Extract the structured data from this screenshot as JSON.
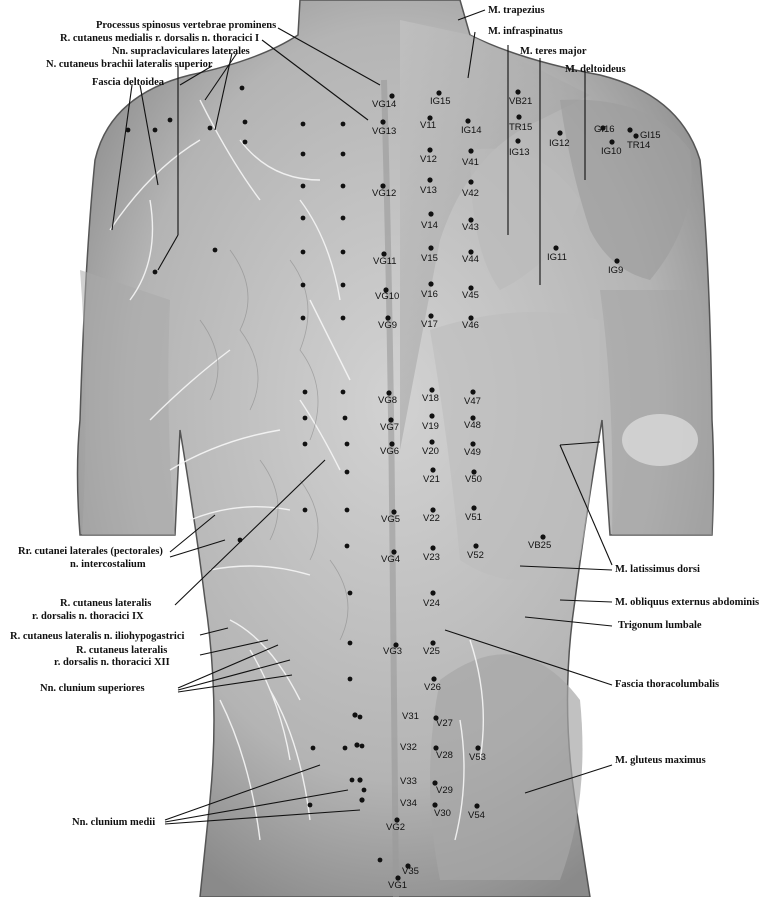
{
  "labels": {
    "processus_spinosus": "Processus spinosus vertebrae prominens",
    "r_cutaneus_medialis": "R. cutaneus medialis r. dorsalis n. thoracici I",
    "nn_supraclaviculares": "Nn. supraclaviculares laterales",
    "n_cutaneus_brachii": "N. cutaneus brachii lateralis superior",
    "fascia_deltoidea": "Fascia deltoidea",
    "rr_cutanei_1": "Rr. cutanei laterales (pectorales)",
    "rr_cutanei_2": "n. intercostalium",
    "r_cut_ix_1": "R. cutaneus lateralis",
    "r_cut_ix_2": "r. dorsalis n. thoracici IX",
    "r_cut_ilio": "R. cutaneus lateralis n. iliohypogastrici",
    "r_cut_xii_1": "R. cutaneus lateralis",
    "r_cut_xii_2": "r. dorsalis n. thoracici XII",
    "nn_clunium_sup": "Nn. clunium superiores",
    "nn_clunium_medii": "Nn. clunium medii",
    "m_trapezius": "M. trapezius",
    "m_infraspinatus": "M. infraspinatus",
    "m_teres_major": "M. teres major",
    "m_deltoideus": "M. deltoideus",
    "m_latissimus": "M. latissimus dorsi",
    "m_obliquus": "M. obliquus externus abdominis",
    "trigonum": "Trigonum lumbale",
    "fascia_thoraco": "Fascia thoracolumbalis",
    "m_gluteus": "M. gluteus maximus"
  },
  "points": {
    "vg14": "VG14",
    "vg13": "VG13",
    "vg12": "VG12",
    "vg11": "VG11",
    "vg10": "VG10",
    "vg9": "VG9",
    "vg8": "VG8",
    "vg7": "VG7",
    "vg6": "VG6",
    "vg5": "VG5",
    "vg4": "VG4",
    "vg3": "VG3",
    "vg2": "VG2",
    "vg1": "VG1",
    "ig15": "IG15",
    "ig14": "IG14",
    "ig13": "IG13",
    "ig12": "IG12",
    "ig11": "IG11",
    "ig10": "IG10",
    "ig9": "IG9",
    "gi16": "GI16",
    "gi15": "GI15",
    "tr15": "TR15",
    "tr14": "TR14",
    "vb21": "VB21",
    "vb25": "VB25",
    "v11": "V11",
    "v12": "V12",
    "v13": "V13",
    "v14": "V14",
    "v15": "V15",
    "v16": "V16",
    "v17": "V17",
    "v18": "V18",
    "v19": "V19",
    "v20": "V20",
    "v21": "V21",
    "v22": "V22",
    "v23": "V23",
    "v24": "V24",
    "v25": "V25",
    "v26": "V26",
    "v27": "V27",
    "v28": "V28",
    "v29": "V29",
    "v30": "V30",
    "v31": "V31",
    "v32": "V32",
    "v33": "V33",
    "v34": "V34",
    "v35": "V35",
    "v41": "V41",
    "v42": "V42",
    "v43": "V43",
    "v44": "V44",
    "v45": "V45",
    "v46": "V46",
    "v47": "V47",
    "v48": "V48",
    "v49": "V49",
    "v50": "V50",
    "v51": "V51",
    "v52": "V52",
    "v53": "V53",
    "v54": "V54"
  },
  "colors": {
    "skin": "#c9c9c9",
    "skin_dark": "#8d8d8d",
    "muscle": "#b3b3b3",
    "nerve": "#f4f4f4",
    "ink": "#111111"
  }
}
